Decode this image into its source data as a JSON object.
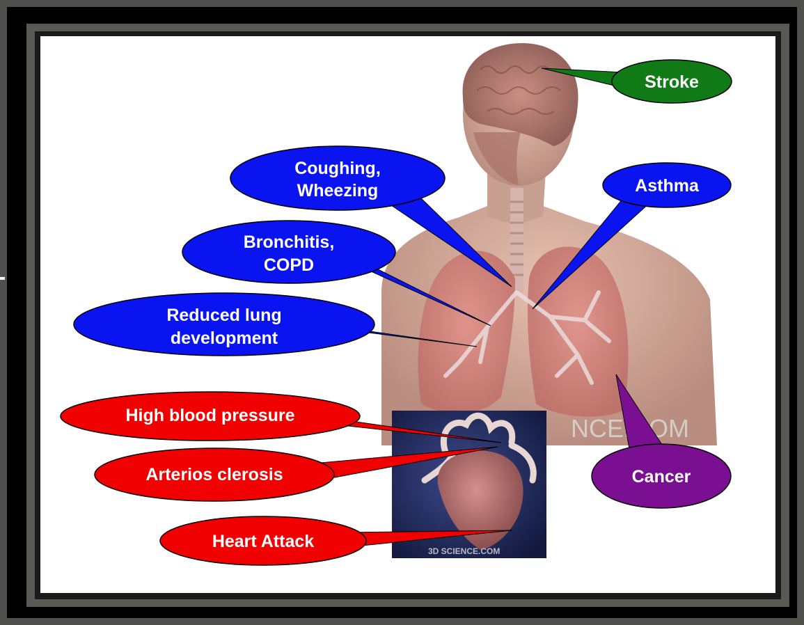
{
  "labels": {
    "stroke": "Stroke",
    "coughing_line1": "Coughing,",
    "coughing_line2": "Wheezing",
    "asthma": "Asthma",
    "bronchitis_line1": "Bronchitis,",
    "bronchitis_line2": "COPD",
    "reduced_line1": "Reduced lung",
    "reduced_line2": "development",
    "high_bp": "High blood pressure",
    "arteriosclerosis": "Arterios clerosis",
    "heart_attack": "Heart Attack",
    "cancer": "Cancer"
  },
  "watermarks": {
    "torso": "NCE.COM",
    "heart": "3D SCIENCE.COM"
  },
  "colors": {
    "blue": "#0a14f0",
    "red": "#f00000",
    "green": "#0f7a16",
    "purple": "#7a0f92"
  }
}
